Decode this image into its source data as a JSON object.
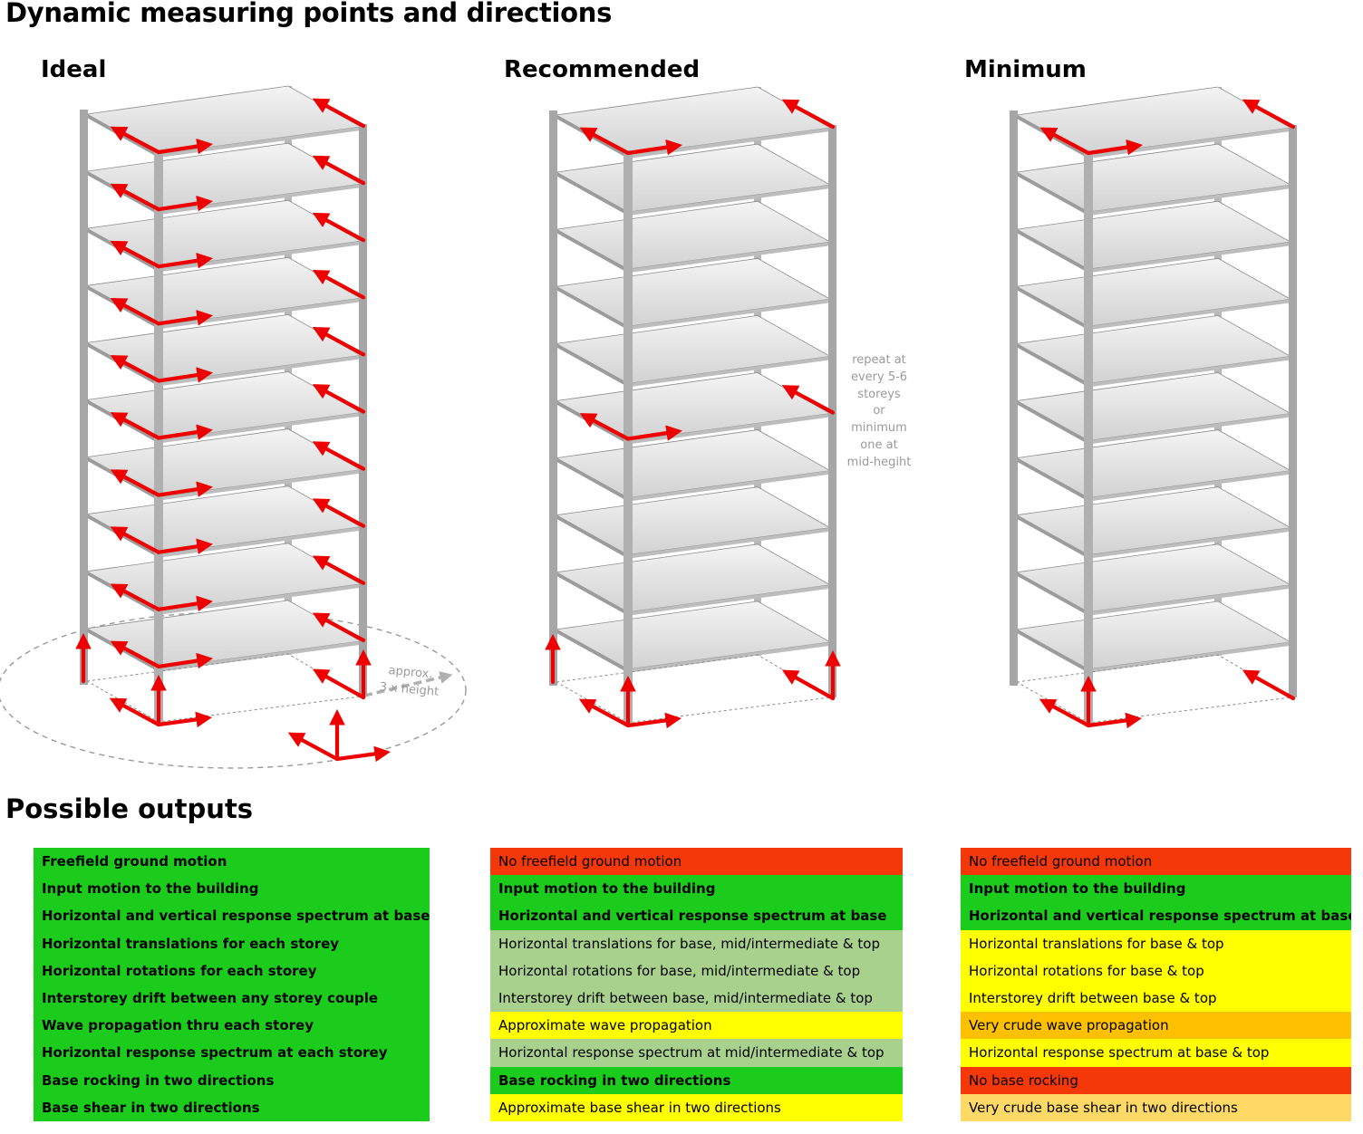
{
  "title": "Dynamic measuring points and directions",
  "columns": [
    {
      "id": "ideal",
      "title": "Ideal"
    },
    {
      "id": "recommended",
      "title": "Recommended"
    },
    {
      "id": "minimum",
      "title": "Minimum"
    }
  ],
  "annotation": [
    "repeat at",
    "every 5-6",
    "storeys",
    "or",
    "minimum",
    "one at",
    "mid-hegiht"
  ],
  "approx_label": [
    "approx.",
    "3 x height"
  ],
  "outputs_title": "Possible outputs",
  "outputs": [
    [
      {
        "text": "Freefield ground motion",
        "color": "#1ccc1c",
        "bold": true
      },
      {
        "text": "Input motion to the building",
        "color": "#1ccc1c",
        "bold": true
      },
      {
        "text": "Horizontal and vertical response spectrum at base",
        "color": "#1ccc1c",
        "bold": true
      },
      {
        "text": "Horizontal translations for each storey",
        "color": "#1ccc1c",
        "bold": true
      },
      {
        "text": "Horizontal rotations for each storey",
        "color": "#1ccc1c",
        "bold": true
      },
      {
        "text": "Interstorey drift between any storey couple",
        "color": "#1ccc1c",
        "bold": true
      },
      {
        "text": "Wave propagation thru each storey",
        "color": "#1ccc1c",
        "bold": true
      },
      {
        "text": "Horizontal response spectrum at each storey",
        "color": "#1ccc1c",
        "bold": true
      },
      {
        "text": "Base rocking in two directions",
        "color": "#1ccc1c",
        "bold": true
      },
      {
        "text": "Base shear in two directions",
        "color": "#1ccc1c",
        "bold": true
      }
    ],
    [
      {
        "text": "No freefield ground motion",
        "color": "#f5380a",
        "bold": false
      },
      {
        "text": "Input motion to the building",
        "color": "#1ccc1c",
        "bold": true
      },
      {
        "text": "Horizontal and vertical response spectrum at base",
        "color": "#1ccc1c",
        "bold": true
      },
      {
        "text": "Horizontal translations for base, mid/intermediate & top",
        "color": "#a9d18e",
        "bold": false
      },
      {
        "text": "Horizontal rotations for base, mid/intermediate & top",
        "color": "#a9d18e",
        "bold": false
      },
      {
        "text": "Interstorey drift between base, mid/intermediate & top",
        "color": "#a9d18e",
        "bold": false
      },
      {
        "text": "Approximate wave propagation",
        "color": "#ffff00",
        "bold": false
      },
      {
        "text": "Horizontal response spectrum at mid/intermediate & top",
        "color": "#a9d18e",
        "bold": false
      },
      {
        "text": "Base rocking in two directions",
        "color": "#1ccc1c",
        "bold": true
      },
      {
        "text": "Approximate base shear in two directions",
        "color": "#ffff00",
        "bold": false
      }
    ],
    [
      {
        "text": "No freefield ground motion",
        "color": "#f5380a",
        "bold": false
      },
      {
        "text": "Input motion to the building",
        "color": "#1ccc1c",
        "bold": true
      },
      {
        "text": "Horizontal and vertical response spectrum at base",
        "color": "#1ccc1c",
        "bold": true
      },
      {
        "text": "Horizontal translations for base & top",
        "color": "#ffff00",
        "bold": false
      },
      {
        "text": "Horizontal rotations for base & top",
        "color": "#ffff00",
        "bold": false
      },
      {
        "text": "Interstorey drift between base & top",
        "color": "#ffff00",
        "bold": false
      },
      {
        "text": "Very crude wave propagation",
        "color": "#ffc000",
        "bold": false
      },
      {
        "text": "Horizontal response spectrum at base & top",
        "color": "#ffff00",
        "bold": false
      },
      {
        "text": "No base rocking",
        "color": "#f5380a",
        "bold": false
      },
      {
        "text": "Very crude base shear in two directions",
        "color": "#ffd966",
        "bold": false
      }
    ]
  ],
  "colors": {
    "arrow": "#ee0000",
    "column": "#a6a6a6",
    "slab": "#e4e4e4",
    "dashed": "#9a9a9a"
  }
}
